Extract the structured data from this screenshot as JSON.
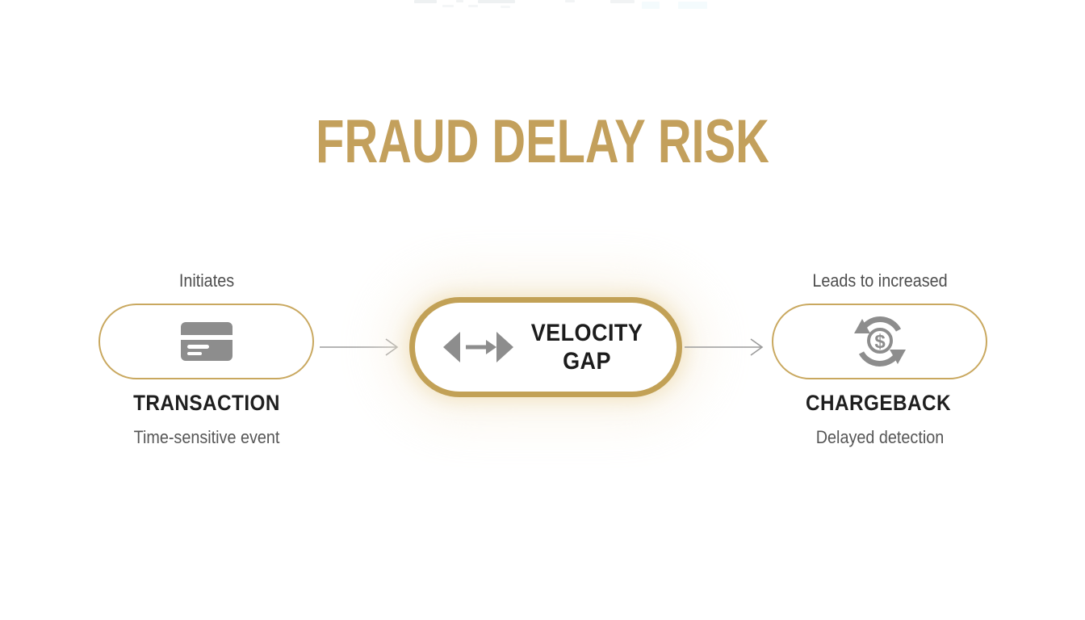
{
  "title": "FRAUD DELAY RISK",
  "nodes": {
    "transaction": {
      "top_label": "Initiates",
      "name": "TRANSACTION",
      "sub_label": "Time-sensitive event",
      "icon": "credit-card-icon"
    },
    "velocity_gap": {
      "name_line1": "VELOCITY",
      "name_line2": "GAP",
      "icon": "bidirectional-arrows-icon"
    },
    "chargeback": {
      "top_label": "Leads to increased",
      "name": "CHARGEBACK",
      "sub_label": "Delayed detection",
      "icon": "cycle-dollar-icon",
      "icon_char": "$"
    }
  },
  "colors": {
    "title_gold": "#C3A05C",
    "pill_border_gold": "#C9A85F",
    "center_pill_border_gold": "#C2A156",
    "center_glow": "#ECD8AA",
    "icon_gray": "#8D8D8D",
    "arrow_gray": "#9B9B9B",
    "text_dark": "#1F1F1F",
    "text_gray": "#565656"
  }
}
